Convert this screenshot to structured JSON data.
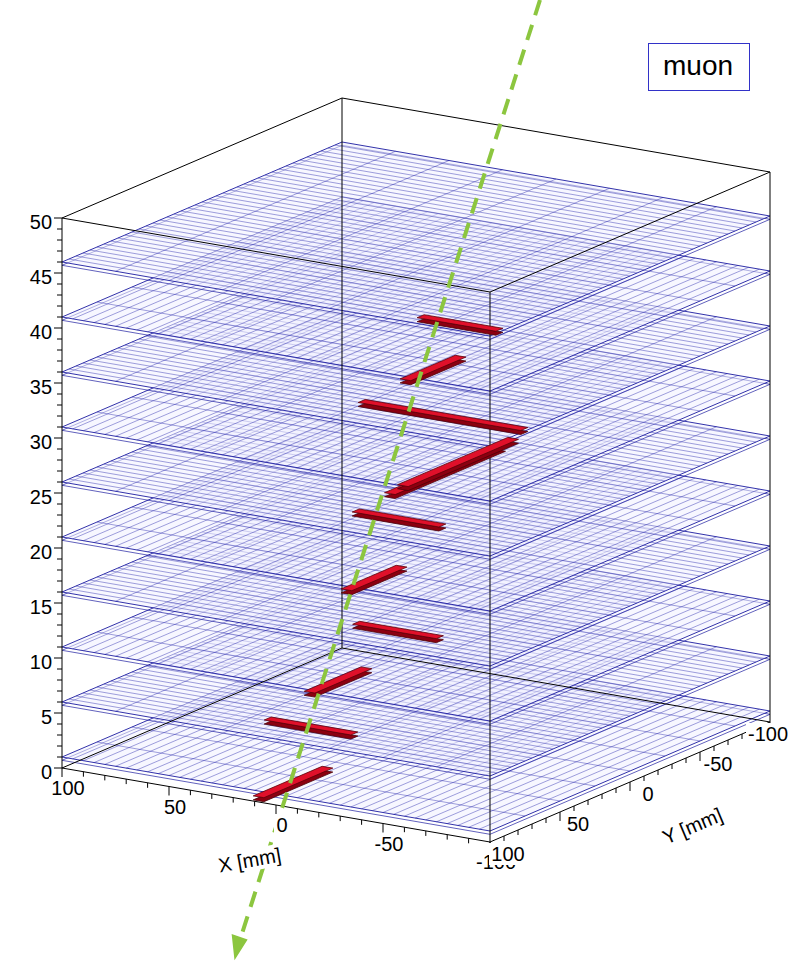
{
  "diagram": {
    "nodes": [
      {
        "text": [
          "muon"
        ]
      }
    ],
    "labels": [
      "50",
      "45",
      "40",
      "35",
      "30",
      "25",
      "20",
      "15",
      "10",
      "5",
      "0",
      "100",
      "50",
      "0",
      "-50",
      "-100",
      "X [mm]",
      "100",
      "50",
      "0",
      "-50",
      "-100",
      "Y [mm]"
    ]
  }
}
